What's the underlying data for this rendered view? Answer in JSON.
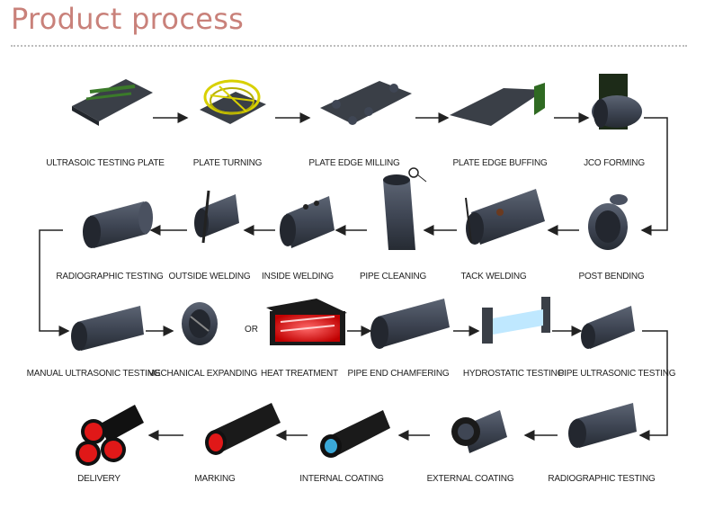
{
  "header": {
    "title": "Product process"
  },
  "or_label": "OR",
  "colors": {
    "title": "#c9817a",
    "pipe": "#3f4654",
    "pipe_dark": "#23272f",
    "red": "#e01818"
  },
  "rows": [
    [
      "ULTRASOIC TESTING PLATE",
      "PLATE TURNING",
      "PLATE EDGE MILLING",
      "PLATE EDGE BUFFING",
      "JCO FORMING"
    ],
    [
      "RADIOGRAPHIC TESTING",
      "OUTSIDE WELDING",
      "INSIDE WELDING",
      "PIPE CLEANING",
      "TACK WELDING",
      "POST BENDING"
    ],
    [
      "MANUAL ULTRASONIC TESTING",
      "MECHANICAL EXPANDING",
      "HEAT TREATMENT",
      "PIPE END CHAMFERING",
      "HYDROSTATIC TESTING",
      "PIPE ULTRASONIC TESTING"
    ],
    [
      "DELIVERY",
      "MARKING",
      "INTERNAL COATING",
      "EXTERNAL COATING",
      "RADIOGRAPHIC TESTING"
    ]
  ]
}
